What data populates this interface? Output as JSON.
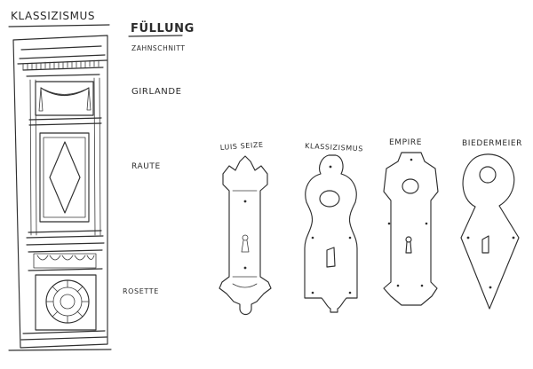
{
  "left_sketch": {
    "title": "KLASSIZISMUS",
    "heading": "FÜLLUNG",
    "labels": {
      "zahnschnitt": "ZAHNSCHNITT",
      "girlande": "GIRLANDE",
      "raute": "RAUTE",
      "rosette": "ROSETTE"
    }
  },
  "escutcheons": [
    {
      "label": "LUIS SEIZE"
    },
    {
      "label": "KLASSIZISMUS"
    },
    {
      "label": "EMPIRE"
    },
    {
      "label": "BIEDERMEIER"
    }
  ]
}
